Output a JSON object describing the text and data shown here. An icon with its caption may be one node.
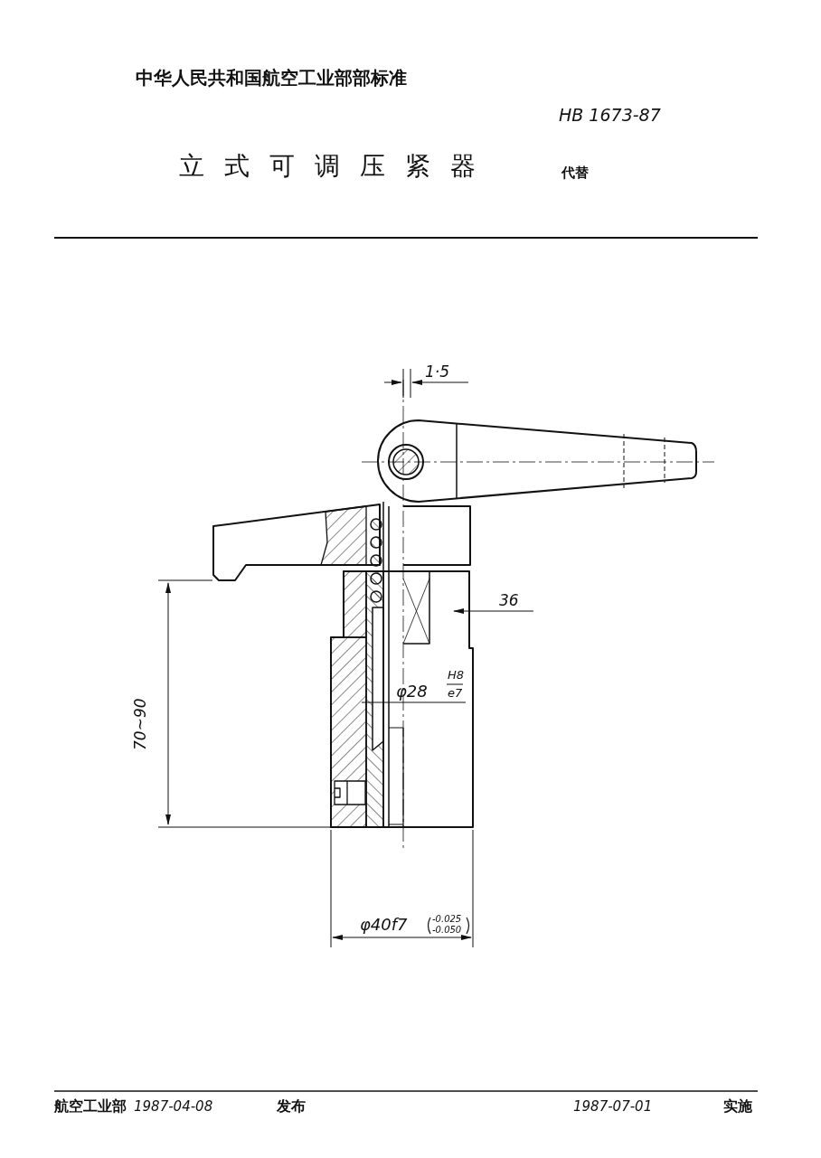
{
  "diagram": {
    "title": "立式可调压紧器",
    "labels": [
      "中华人民共和国航空工业部部标准",
      "HB 1673-87",
      "代替",
      "1·5",
      "36",
      "φ28",
      "H8",
      "e7",
      "70~90",
      "φ40f7",
      "-0.025",
      "-0.050",
      "航空工业部",
      "1987-04-08",
      "发布",
      "1987-07-01",
      "实施"
    ]
  }
}
